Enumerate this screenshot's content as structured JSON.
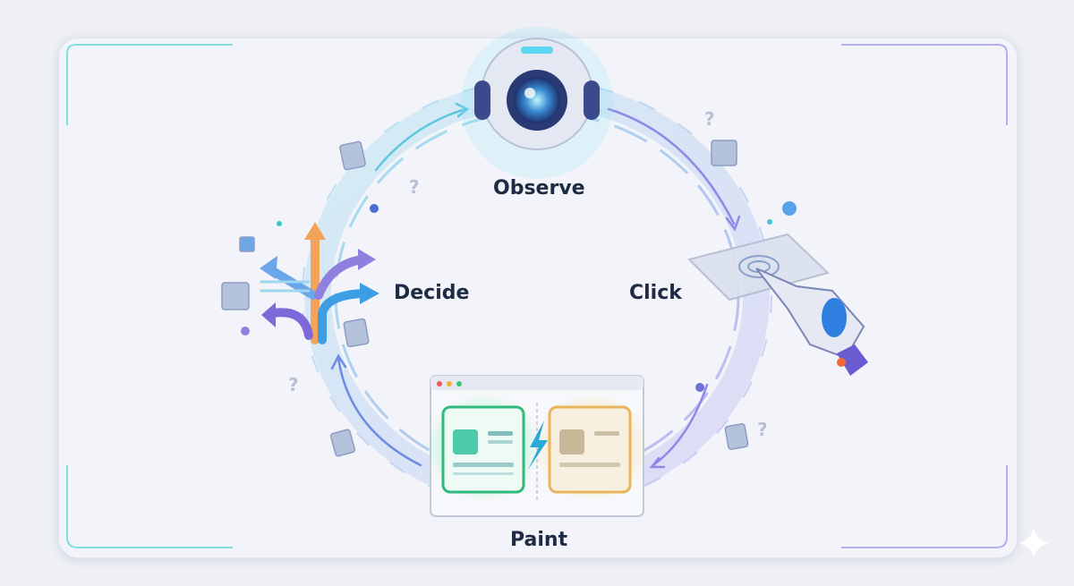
{
  "stages": {
    "observe": "Observe",
    "click": "Click",
    "paint": "Paint",
    "decide": "Decide"
  },
  "decorations": {
    "question_mark": "?"
  },
  "colors": {
    "teal": "#3fc6d8",
    "purple": "#8a7be0",
    "green": "#3ddc8a",
    "orange": "#f3b451",
    "text": "#1f2a44"
  }
}
